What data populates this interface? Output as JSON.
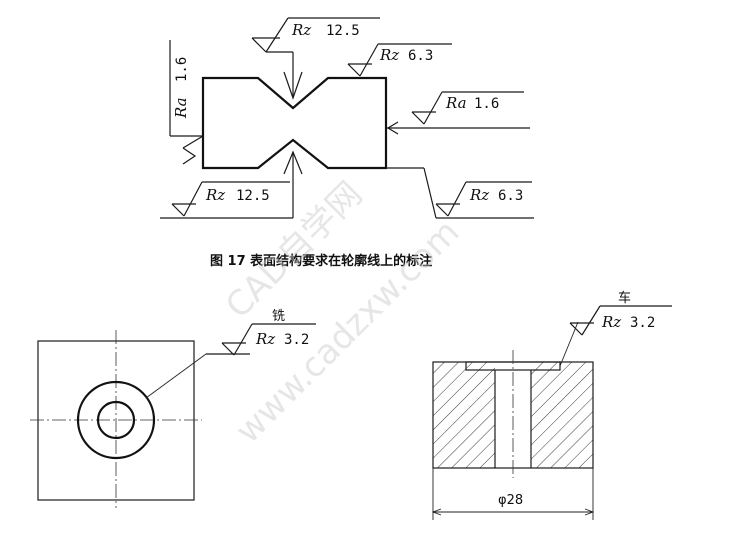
{
  "figure17": {
    "caption": "图 17  表面结构要求在轮廓线上的标注",
    "callouts": {
      "top_rz": {
        "symbol": "Rz",
        "value": "12.5"
      },
      "top_right_rz": {
        "symbol": "Rz",
        "value": "6.3"
      },
      "left_ra": {
        "symbol": "Ra",
        "value": "1.6"
      },
      "right_ra": {
        "symbol": "Ra",
        "value": "1.6"
      },
      "bottom_rz": {
        "symbol": "Rz",
        "value": "12.5"
      },
      "bottom_right_rz": {
        "symbol": "Rz",
        "value": "6.3"
      }
    }
  },
  "lower_left": {
    "process": "铣",
    "callout": {
      "symbol": "Rz",
      "value": "3.2"
    }
  },
  "lower_right": {
    "process": "车",
    "callout": {
      "symbol": "Rz",
      "value": "3.2"
    },
    "dimension": "φ28"
  },
  "watermark": {
    "line1": "CAD自学网",
    "line2": "www.cadzxw.com"
  }
}
